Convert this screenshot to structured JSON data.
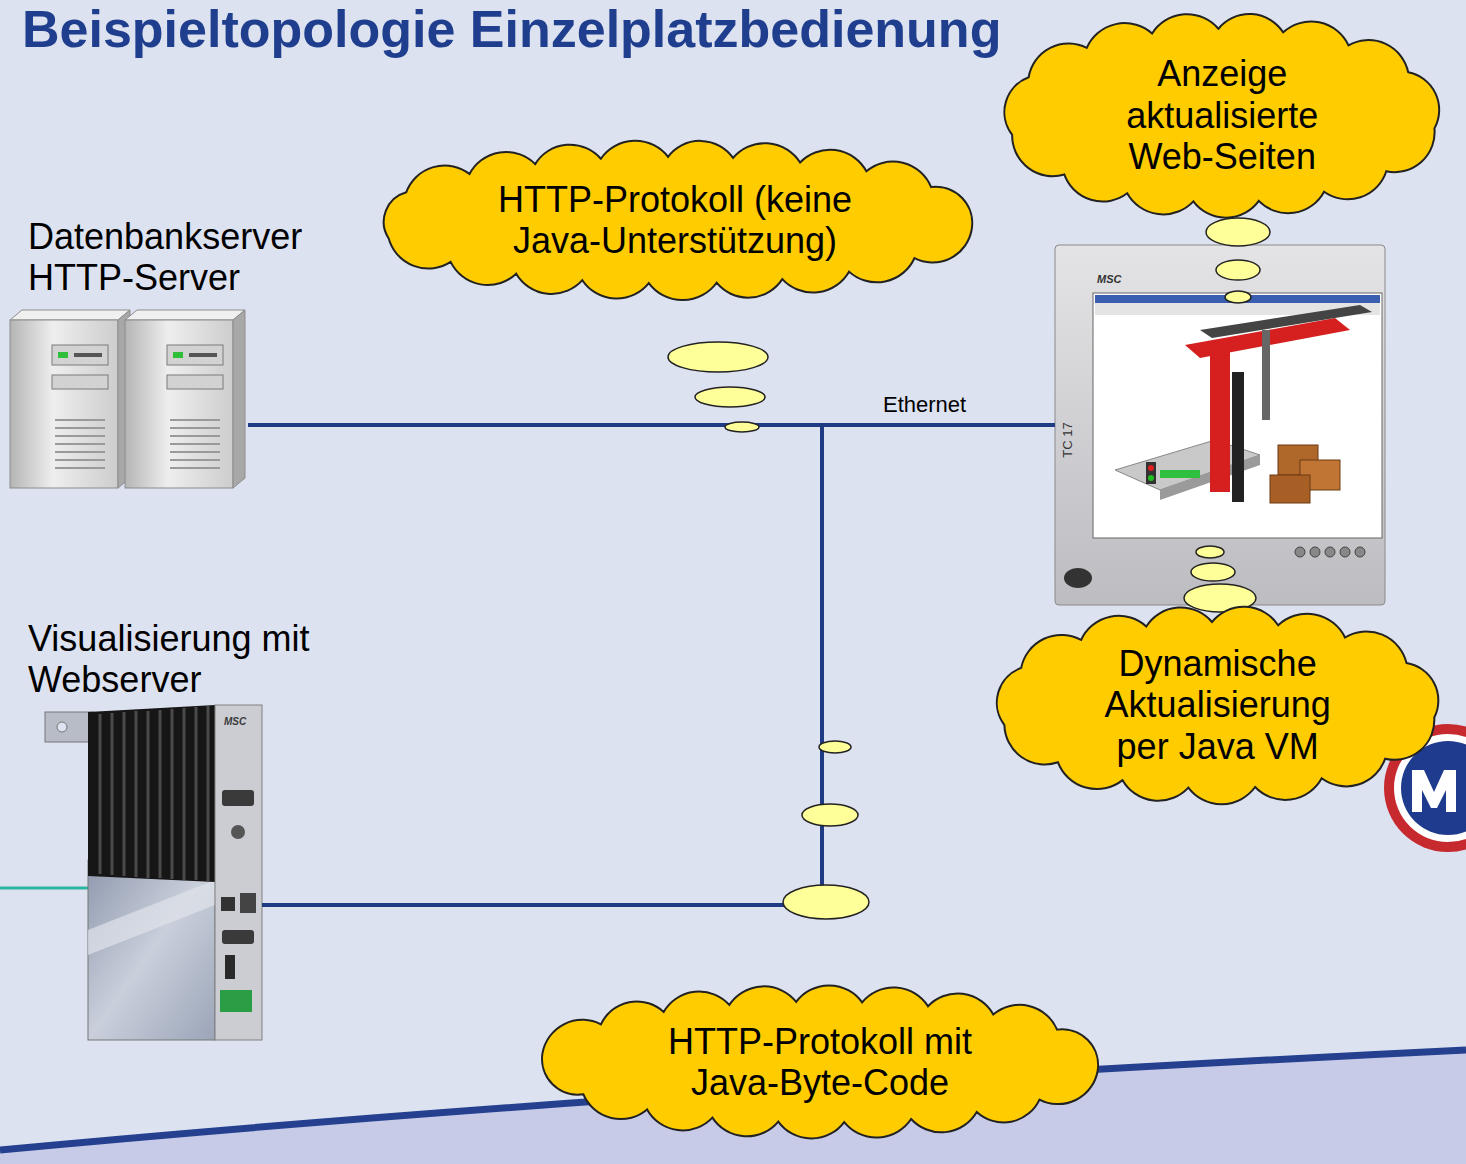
{
  "diagram": {
    "title": "Beispieltopologie Einzelplatzbedienung",
    "nodes": [
      {
        "text": [
          "Anzeige aktualisierte Web-Seiten"
        ]
      },
      {
        "text": [
          "HTTP-Protokoll (keine Java-Unterstützung)"
        ]
      },
      {
        "text": [
          "Datenbankserver HTTP-Server"
        ]
      },
      {
        "text": [
          "TC 17"
        ]
      },
      {
        "text": [
          "Visualisierung mit Webserver"
        ]
      },
      {
        "text": [
          "Dynamische Aktualisierung per Java VM"
        ]
      },
      {
        "text": [
          "HTTP-Protokoll mit Java-Byte-Code"
        ]
      }
    ],
    "edges": [
      {
        "from": 2,
        "to": 3,
        "arrow": "none",
        "label": "Ethernet"
      },
      {
        "from": 4,
        "to": 3,
        "arrow": "none"
      }
    ],
    "labels": [
      "MSC",
      "MSC"
    ]
  }
}
